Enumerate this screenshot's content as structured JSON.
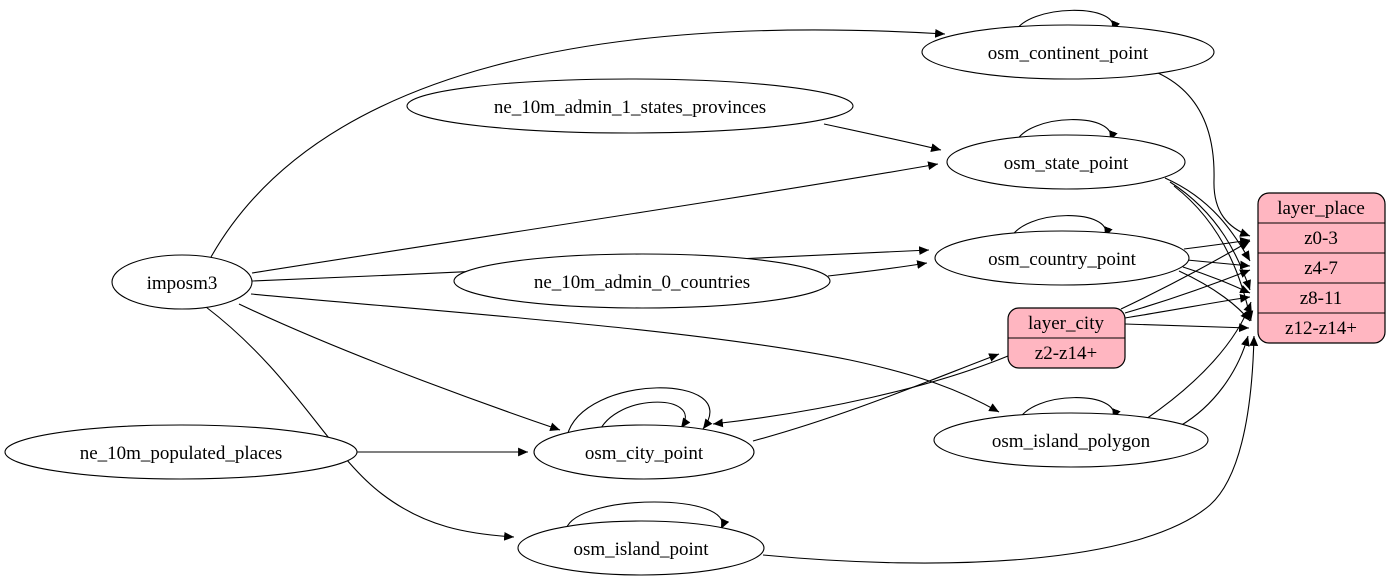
{
  "diagram_type": "etl-graph",
  "colors": {
    "background": "#ffffff",
    "table_fill": "#ffffff",
    "layer_fill": "#ffb6c1",
    "stroke": "#000000"
  },
  "nodes": {
    "imposm3": "imposm3",
    "ne_10m_admin_1_states_provinces": "ne_10m_admin_1_states_provinces",
    "ne_10m_admin_0_countries": "ne_10m_admin_0_countries",
    "ne_10m_populated_places": "ne_10m_populated_places",
    "osm_continent_point": "osm_continent_point",
    "osm_state_point": "osm_state_point",
    "osm_country_point": "osm_country_point",
    "osm_city_point": "osm_city_point",
    "osm_island_polygon": "osm_island_polygon",
    "osm_island_point": "osm_island_point"
  },
  "layer_city": {
    "title": "layer_city",
    "rows": [
      "z2-z14+"
    ]
  },
  "layer_place": {
    "title": "layer_place",
    "rows": [
      "z0-3",
      "z4-7",
      "z8-11",
      "z12-z14+"
    ]
  },
  "edges": [
    {
      "from": "imposm3",
      "to": "osm_continent_point"
    },
    {
      "from": "imposm3",
      "to": "osm_state_point"
    },
    {
      "from": "imposm3",
      "to": "osm_country_point"
    },
    {
      "from": "imposm3",
      "to": "osm_city_point"
    },
    {
      "from": "imposm3",
      "to": "osm_island_polygon"
    },
    {
      "from": "imposm3",
      "to": "osm_island_point"
    },
    {
      "from": "ne_10m_admin_1_states_provinces",
      "to": "osm_state_point"
    },
    {
      "from": "ne_10m_admin_0_countries",
      "to": "osm_country_point"
    },
    {
      "from": "ne_10m_populated_places",
      "to": "osm_city_point"
    },
    {
      "from": "osm_continent_point",
      "to": "layer_place.z0-3"
    },
    {
      "from": "osm_state_point",
      "to": "layer_place.z4-7"
    },
    {
      "from": "osm_state_point",
      "to": "layer_place.z8-11"
    },
    {
      "from": "osm_state_point",
      "to": "layer_place.z12-z14+"
    },
    {
      "from": "osm_country_point",
      "to": "layer_place.z0-3"
    },
    {
      "from": "osm_country_point",
      "to": "layer_place.z4-7"
    },
    {
      "from": "osm_country_point",
      "to": "layer_place.z8-11"
    },
    {
      "from": "osm_country_point",
      "to": "layer_place.z12-z14+"
    },
    {
      "from": "osm_island_polygon",
      "to": "layer_place.z8-11"
    },
    {
      "from": "osm_island_polygon",
      "to": "layer_place.z12-z14+"
    },
    {
      "from": "osm_island_point",
      "to": "layer_place.z12-z14+"
    },
    {
      "from": "osm_city_point",
      "to": "layer_city.z2-z14+"
    },
    {
      "from": "layer_city",
      "to": "osm_city_point"
    },
    {
      "from": "layer_city",
      "to": "layer_place.z0-3"
    },
    {
      "from": "layer_city",
      "to": "layer_place.z4-7"
    },
    {
      "from": "layer_city",
      "to": "layer_place.z8-11"
    },
    {
      "from": "layer_city",
      "to": "layer_place.z12-z14+"
    }
  ],
  "self_loops": [
    "osm_continent_point",
    "osm_state_point",
    "osm_country_point",
    "osm_city_point",
    "osm_city_point",
    "osm_island_polygon",
    "osm_island_point"
  ]
}
